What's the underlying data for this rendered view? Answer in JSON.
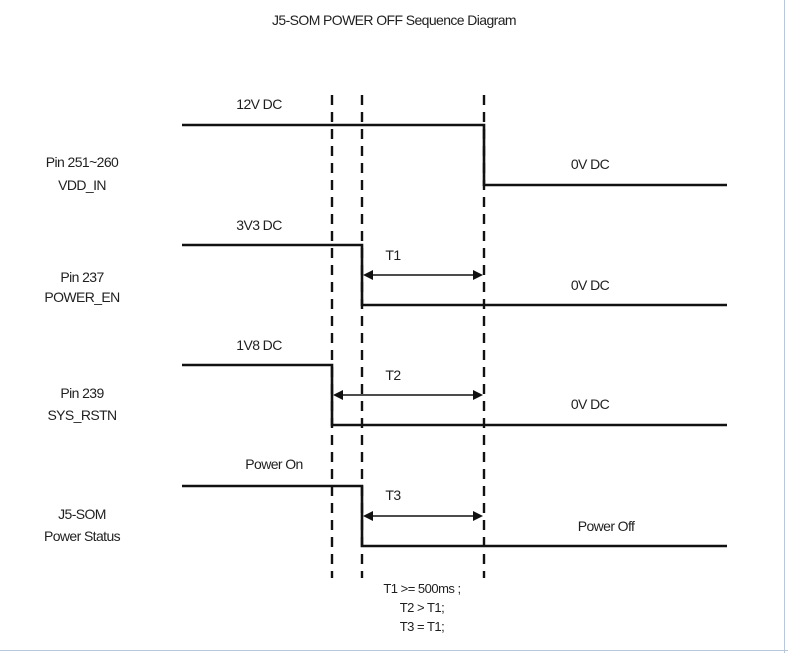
{
  "diagram": {
    "title": "J5-SOM  POWER OFF Sequence Diagram",
    "signals": [
      {
        "pin": "Pin 251~260",
        "name": "VDD_IN",
        "high_label": "12V DC",
        "low_label": "0V DC"
      },
      {
        "pin": "Pin 237",
        "name": "POWER_EN",
        "high_label": "3V3 DC",
        "low_label": "0V DC"
      },
      {
        "pin": "Pin 239",
        "name": "SYS_RSTN",
        "high_label": "1V8 DC",
        "low_label": "0V DC"
      },
      {
        "pin": "J5-SOM",
        "name": "Power Status",
        "high_label": "Power On",
        "low_label": "Power Off"
      }
    ],
    "intervals": [
      "T1",
      "T2",
      "T3"
    ],
    "notes": [
      "T1 >= 500ms ;",
      "T2 > T1;",
      "T3 = T1;"
    ]
  }
}
